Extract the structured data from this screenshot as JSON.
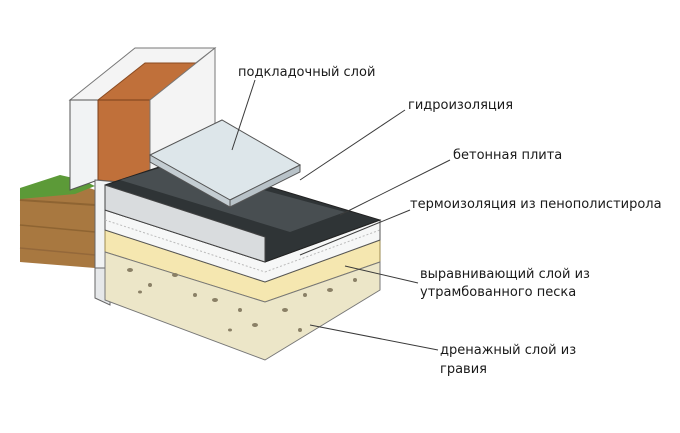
{
  "labels": {
    "underlayment": "подкладочный слой",
    "waterproofing": "гидроизоляция",
    "concrete_slab": "бетонная плита",
    "thermal_insulation": "термоизоляция из пенополистирола",
    "leveling_line1": "выравнивающий слой из",
    "leveling_line2": "утрамбованного песка",
    "drainage_line1": "дренажный слой из",
    "drainage_line2": "гравия"
  },
  "colors": {
    "brick": "#c0703a",
    "wall_face": "#f1f3f4",
    "concrete_top": "#2f3436",
    "underlayment": "#dde6ea",
    "eps": "#f6f7f7",
    "sand": "#f5e7b0",
    "gravel": "#ece6c8",
    "grass": "#5c9a38",
    "soil": "#a87840",
    "leader": "#3a3a3a"
  }
}
